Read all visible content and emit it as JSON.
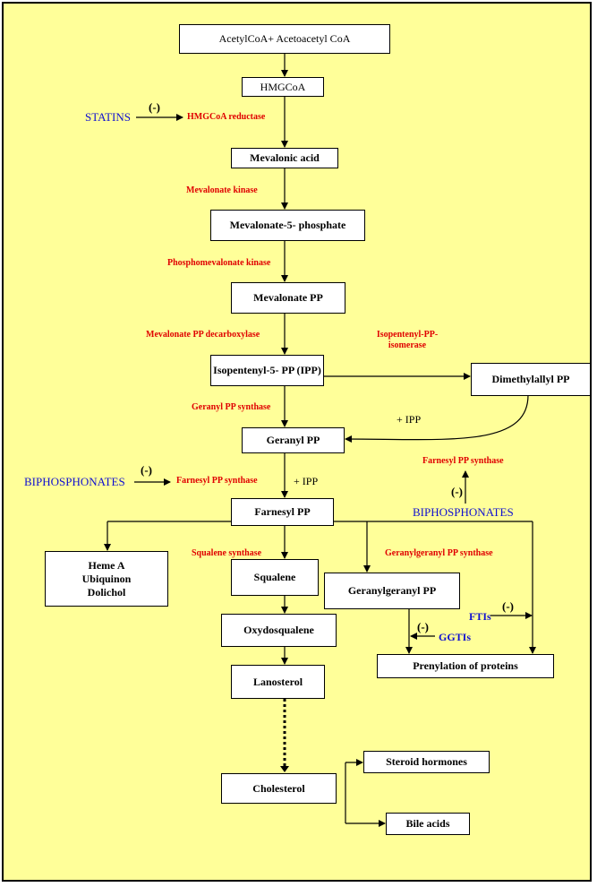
{
  "nodes": {
    "acetylcoa": "AcetylCoA+ Acetoacetyl CoA",
    "hmgcoa": "HMGCoA",
    "mevalonic_acid": "Mevalonic acid",
    "mevalonate_5p": "Mevalonate-5- phosphate",
    "mevalonate_pp": "Mevalonate PP",
    "ipp": "Isopentenyl-5- PP (IPP)",
    "dimethylallyl_pp": "Dimethylallyl PP",
    "geranyl_pp": "Geranyl PP",
    "farnesyl_pp": "Farnesyl PP",
    "heme": [
      "Heme A",
      "Ubiquinon",
      "Dolichol"
    ],
    "squalene": "Squalene",
    "geranylgeranyl_pp": "Geranylgeranyl PP",
    "oxydosqualene": "Oxydosqualene",
    "prenylation": "Prenylation of proteins",
    "lanosterol": "Lanosterol",
    "cholesterol": "Cholesterol",
    "steroid_hormones": "Steroid hormones",
    "bile_acids": "Bile acids"
  },
  "enzymes": {
    "hmgcoa_reductase": "HMGCoA reductase",
    "mevalonate_kinase": "Mevalonate kinase",
    "phosphomevalonate_kinase": "Phosphomevalonate kinase",
    "mevalonate_pp_decarboxylase": "Mevalonate PP decarboxylase",
    "ipp_isomerase_line1": "Isopentenyl-PP-",
    "ipp_isomerase_line2": "isomerase",
    "geranyl_pp_synthase": "Geranyl PP synthase",
    "farnesyl_pp_synthase_left": "Farnesyl PP synthase",
    "farnesyl_pp_synthase_right": "Farnesyl PP synthase",
    "squalene_synthase": "Squalene synthase",
    "geranylgeranyl_pp_synthase": "Geranylgeranyl PP synthase"
  },
  "drugs": {
    "statins": "STATINS",
    "biphosphonates_left": "BIPHOSPHONATES",
    "biphosphonates_right": "BIPHOSPHONATES",
    "ftis": "FTIs",
    "ggtis": "GGTIs"
  },
  "labels": {
    "inhibit": "(-)",
    "plus_ipp": "+ IPP"
  },
  "colors": {
    "background": "#FFFF99",
    "enzyme": "#E00000",
    "drug": "#1010D0"
  }
}
